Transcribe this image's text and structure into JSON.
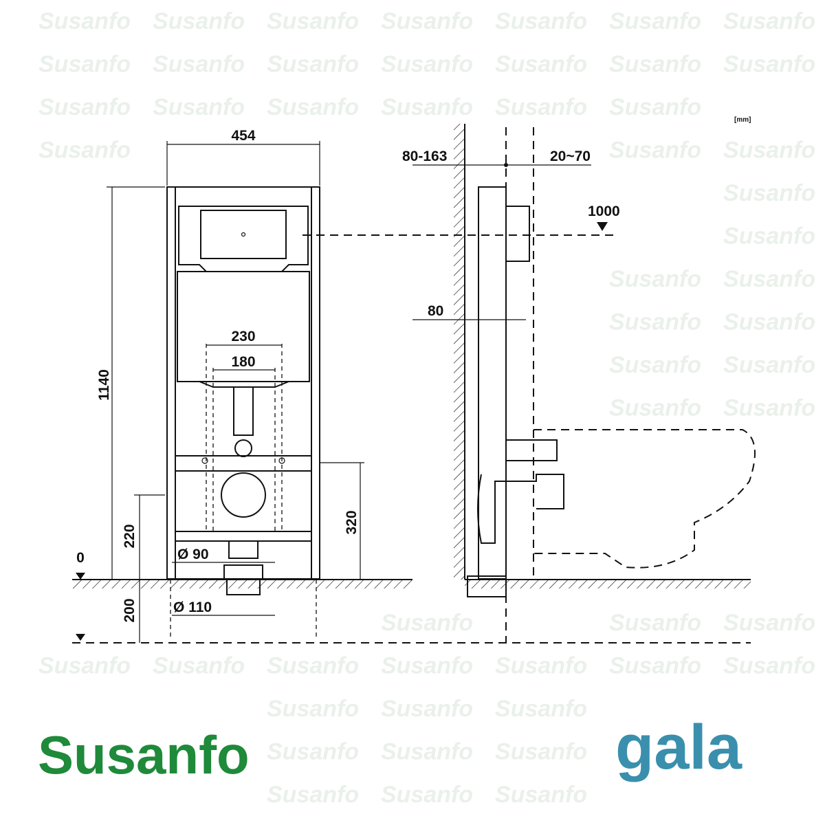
{
  "watermark": "Susanfo",
  "units": "[mm]",
  "front_view": {
    "width": "454",
    "height": "1140",
    "outer_spacing": "230",
    "inner_spacing": "180",
    "drain_height": "220",
    "floor_level": "0",
    "bracket_height": "320",
    "pipe_small": "Ø 90",
    "pipe_large": "Ø 110",
    "below_floor": "200"
  },
  "side_view": {
    "wall_distance": "80-163",
    "front_distance": "20~70",
    "button_height": "1000",
    "frame_depth": "80"
  },
  "logos": {
    "left": "Susanfo",
    "right": "gala"
  },
  "colors": {
    "susanfo_green": "#1e8a3a",
    "gala_blue": "#3a8fad"
  }
}
